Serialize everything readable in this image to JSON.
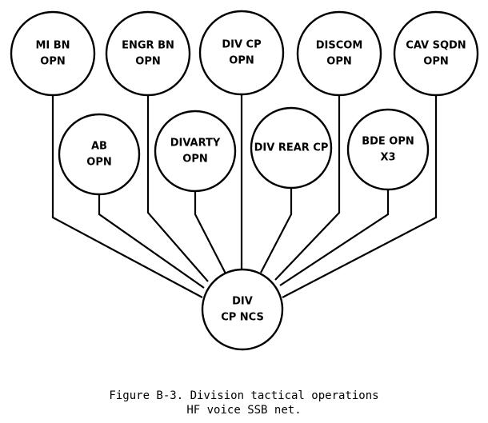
{
  "nodes": {
    "mi_bn_opn": [
      "MI BN",
      "OPN"
    ],
    "engr_bn_opn": [
      "ENGR BN",
      "OPN"
    ],
    "div_cp_opn": [
      "DIV CP",
      "OPN"
    ],
    "discom_opn": [
      "DISCOM",
      "OPN"
    ],
    "cav_sqdn_opn": [
      "CAV SQDN",
      "OPN"
    ],
    "ab_opn": [
      "AB",
      "OPN"
    ],
    "divarty_opn": [
      "DIVARTY",
      "OPN"
    ],
    "div_rear_cp": [
      "DIV REAR CP"
    ],
    "bde_opn": [
      "BDE OPN",
      "X3"
    ],
    "div_cp_ncs": [
      "DIV",
      "CP NCS"
    ]
  },
  "caption": {
    "line1": "Figure B-3. Division tactical operations",
    "line2": "HF voice SSB net."
  }
}
